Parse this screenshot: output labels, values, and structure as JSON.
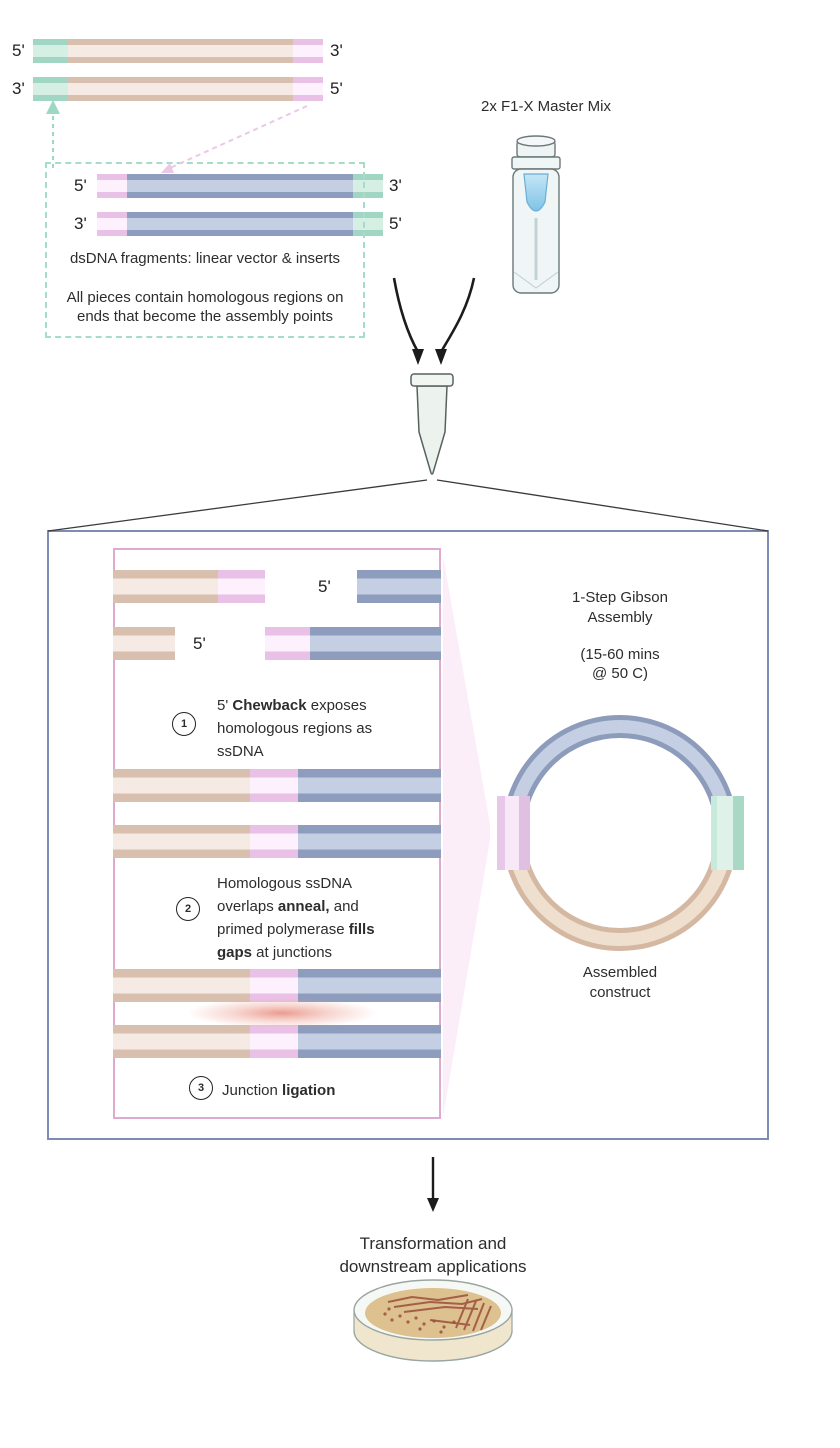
{
  "palette": {
    "tan_dark": "#d8bfae",
    "tan_light": "#f6ebe4",
    "pink_dark": "#e9c0e6",
    "pink_light": "#fdf1fd",
    "blue_dark": "#8e9cbd",
    "blue_light": "#c5cfe4",
    "green_dark": "#a0d6c3",
    "green_light": "#d5efe5",
    "outer_box_border": "#7e8cb4",
    "inner_box_border": "#dfaad0",
    "dashed_note_border": "#a6dcca",
    "beam_pink": "#f9e3f3",
    "ligation_glow": "#e8887a",
    "master_mix_liquid": "#a6d7ef"
  },
  "top_section": {
    "pair1": {
      "top_left": "5'",
      "top_right": "3'",
      "bottom_left": "3'",
      "bottom_right": "5'"
    },
    "pair2": {
      "top_left": "5'",
      "top_right": "3'",
      "bottom_left": "3'",
      "bottom_right": "5'"
    },
    "note_title": "dsDNA fragments: linear vector & inserts",
    "note_body": "All pieces contain homologous regions on ends that become the assembly points",
    "master_mix_label": "2x F1-X Master Mix"
  },
  "assembly_box": {
    "label_row_a": "5'",
    "label_row_b": "5'",
    "steps": [
      {
        "num": "1",
        "pre": "5' ",
        "bold": "Chewback",
        "post": " exposes homologous regions as ssDNA"
      },
      {
        "num": "2",
        "p1": "Homologous ssDNA overlaps ",
        "b1": "anneal,",
        "p2": " and primed polymerase ",
        "b2": "fills gaps",
        "p3": " at junctions"
      },
      {
        "num": "3",
        "p1": "Junction ",
        "b1": "ligation"
      }
    ],
    "right_panel": {
      "title": "1-Step Gibson Assembly",
      "time": "(15-60 mins @ 50 C)",
      "construct_label": "Assembled construct"
    }
  },
  "bottom_section": {
    "caption_line1": "Transformation and",
    "caption_line2": "downstream applications"
  }
}
